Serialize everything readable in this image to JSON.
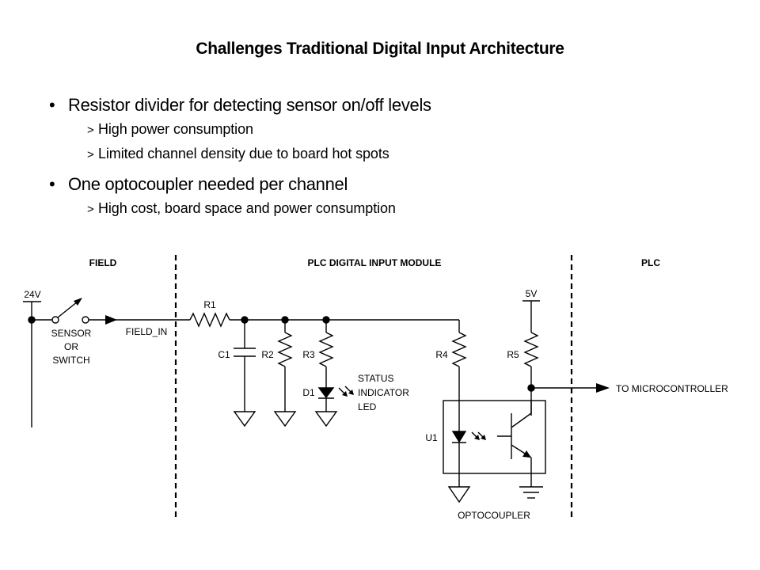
{
  "slide": {
    "title": "Challenges Traditional Digital Input Architecture",
    "bullets": [
      {
        "text": "Resistor divider for detecting sensor on/off levels",
        "sub": [
          "High power consumption",
          "Limited channel density due to board hot spots"
        ]
      },
      {
        "text": "One optocoupler needed per channel",
        "sub": [
          "High cost, board space and power consumption"
        ]
      }
    ],
    "sub_marker": ">"
  },
  "diagram": {
    "sections": [
      "FIELD",
      "PLC DIGITAL INPUT MODULE",
      "PLC"
    ],
    "labels": {
      "v24": "24V",
      "v5": "5V",
      "sensor": [
        "SENSOR",
        "OR",
        "SWITCH"
      ],
      "field_in": "FIELD_IN",
      "r1": "R1",
      "r2": "R2",
      "r3": "R3",
      "r4": "R4",
      "r5": "R5",
      "c1": "C1",
      "d1": "D1",
      "u1": "U1",
      "status": [
        "STATUS",
        "INDICATOR",
        "LED"
      ],
      "optocoupler": "OPTOCOUPLER",
      "to_mcu": "TO MICROCONTROLLER"
    }
  }
}
